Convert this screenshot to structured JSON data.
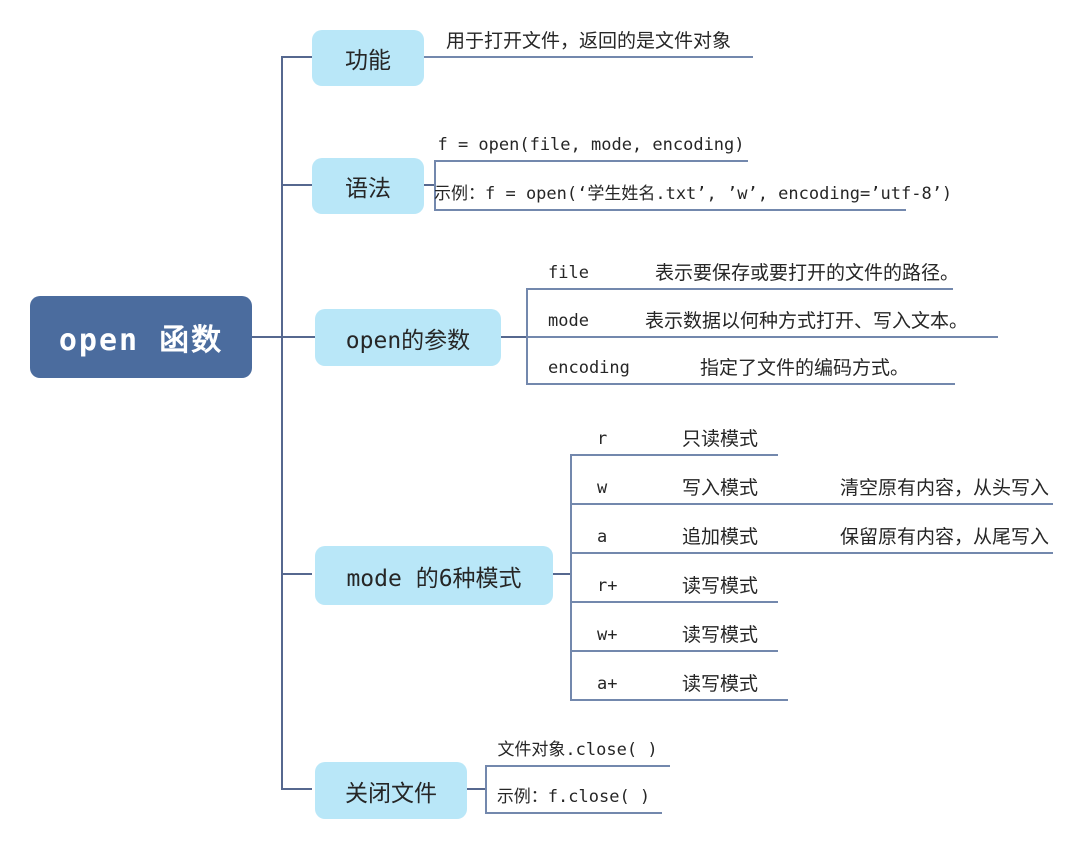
{
  "colors": {
    "root_bg": "#4b6c9e",
    "branch_bg": "#b9e7f8",
    "line_main": "#56688f",
    "line_thin": "#7388ad",
    "text": "#262626"
  },
  "root": {
    "label": "open 函数"
  },
  "branches": {
    "function": {
      "label": "功能",
      "leaf": "用于打开文件，返回的是文件对象"
    },
    "syntax": {
      "label": "语法",
      "signature": "f = open(file, mode, encoding)",
      "example": "示例：f = open(‘学生姓名.txt’, ’w’, encoding=’utf-8’)"
    },
    "params": {
      "label": "open的参数",
      "rows": [
        {
          "key": "file",
          "desc": "表示要保存或要打开的文件的路径。"
        },
        {
          "key": "mode",
          "desc": "表示数据以何种方式打开、写入文本。"
        },
        {
          "key": "encoding",
          "desc": "指定了文件的编码方式。"
        }
      ]
    },
    "modes": {
      "label": "mode 的6种模式",
      "rows": [
        {
          "key": "r",
          "name": "只读模式",
          "note": ""
        },
        {
          "key": "w",
          "name": "写入模式",
          "note": "清空原有内容，从头写入"
        },
        {
          "key": "a",
          "name": "追加模式",
          "note": "保留原有内容，从尾写入"
        },
        {
          "key": "r+",
          "name": "读写模式",
          "note": ""
        },
        {
          "key": "w+",
          "name": "读写模式",
          "note": ""
        },
        {
          "key": "a+",
          "name": "读写模式",
          "note": ""
        }
      ]
    },
    "close": {
      "label": "关闭文件",
      "usage": "文件对象.close( )",
      "example": "示例：f.close( )"
    }
  }
}
